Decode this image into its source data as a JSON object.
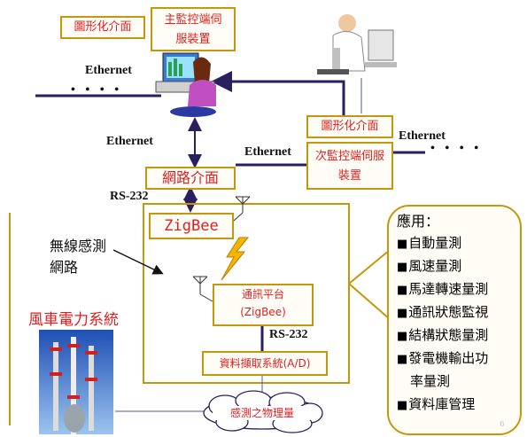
{
  "main_station": {
    "gui": "圖形化介面",
    "title": "主監控端伺服裝置"
  },
  "sub_station": {
    "gui": "圖形化介面",
    "title": "次監控端伺服裝置"
  },
  "network_interface": "網路介面",
  "zigbee_label": "ZigBee",
  "comm_platform": {
    "line1": "通訊平台",
    "line2": "(ZigBee)"
  },
  "daq": "資料擷取系統(A/D)",
  "sensed_quantity": "感測之物理量",
  "labels": {
    "ethernet_top_left": "Ethernet",
    "ethernet_mid_left": "Ethernet",
    "ethernet_mid": "Ethernet",
    "ethernet_right": "Ethernet",
    "dots_left": "• • • •",
    "dots_right": "• • • •",
    "rs232_top": "RS-232",
    "rs232_bottom": "RS-232",
    "wsn_line1": "無線感測",
    "wsn_line2": "網路",
    "wind_power": "風車電力系統",
    "page_number": "6"
  },
  "applications": {
    "title": "應用：",
    "items": [
      "自動量測",
      "風速量測",
      "馬達轉速量測",
      "通訊狀態監視",
      "結構狀態量測",
      "發電機輸出功",
      "率量測",
      "資料庫管理"
    ]
  },
  "colors": {
    "box_border": "#c8960a",
    "red_text": "#e02020",
    "connector": "#2a2060",
    "bolt": "#f2b600"
  }
}
